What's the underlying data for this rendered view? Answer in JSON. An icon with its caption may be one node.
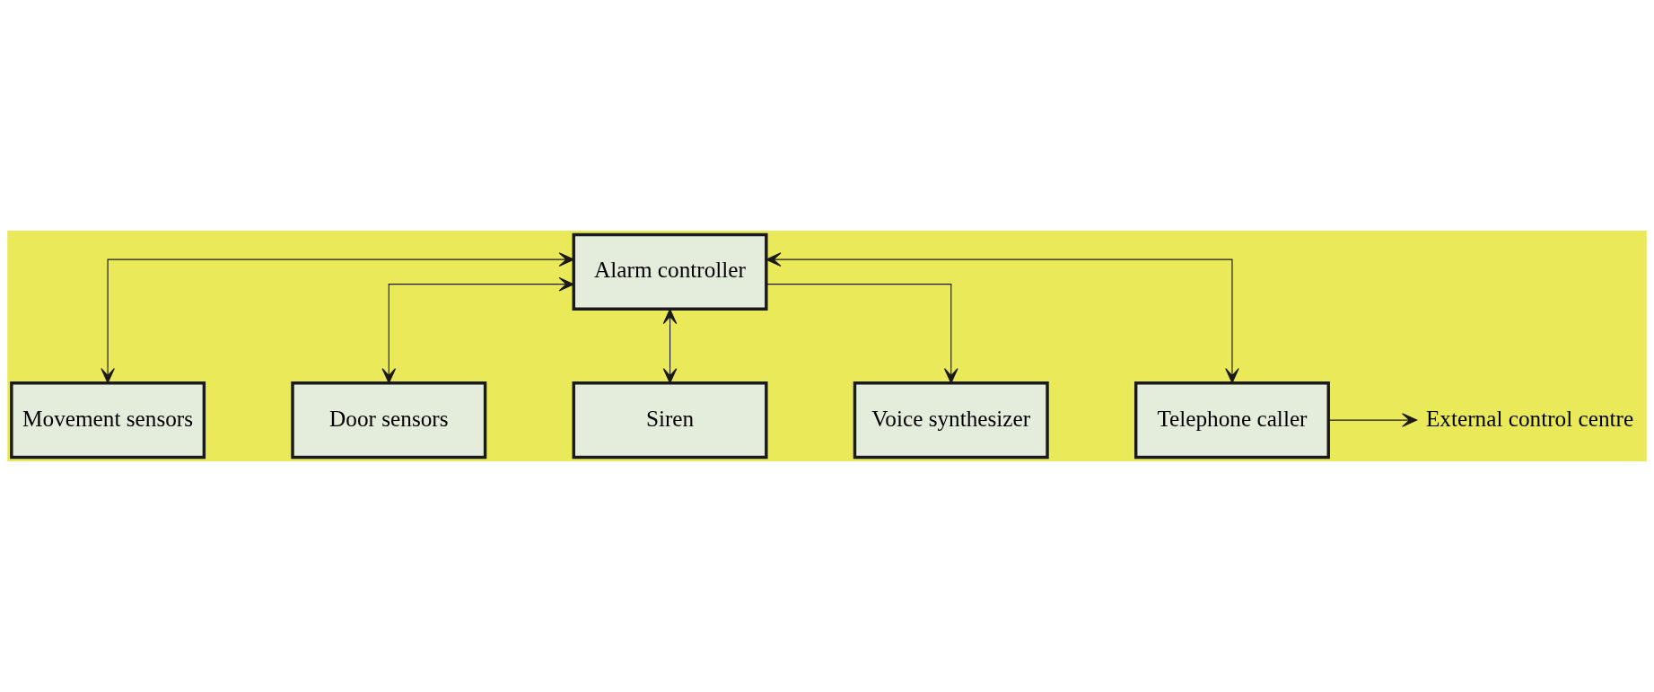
{
  "diagram": {
    "nodes": [
      {
        "text": [
          "Movement sensors"
        ]
      },
      {
        "text": [
          "Door sensors"
        ]
      },
      {
        "text": [
          "Alarm controller"
        ]
      },
      {
        "text": [
          "Siren"
        ]
      },
      {
        "text": [
          "Voice synthesizer"
        ]
      },
      {
        "text": [
          "Telephone caller"
        ]
      },
      {
        "text": [
          "External control centre"
        ]
      }
    ],
    "edges": [
      {
        "from": 2,
        "to": 0,
        "arrow": "both"
      },
      {
        "from": 2,
        "to": 1,
        "arrow": "both"
      },
      {
        "from": 2,
        "to": 3,
        "arrow": "both"
      },
      {
        "from": 2,
        "to": 4,
        "arrow": "to"
      },
      {
        "from": 2,
        "to": 5,
        "arrow": "both"
      },
      {
        "from": 5,
        "to": 6,
        "arrow": "to"
      }
    ]
  }
}
